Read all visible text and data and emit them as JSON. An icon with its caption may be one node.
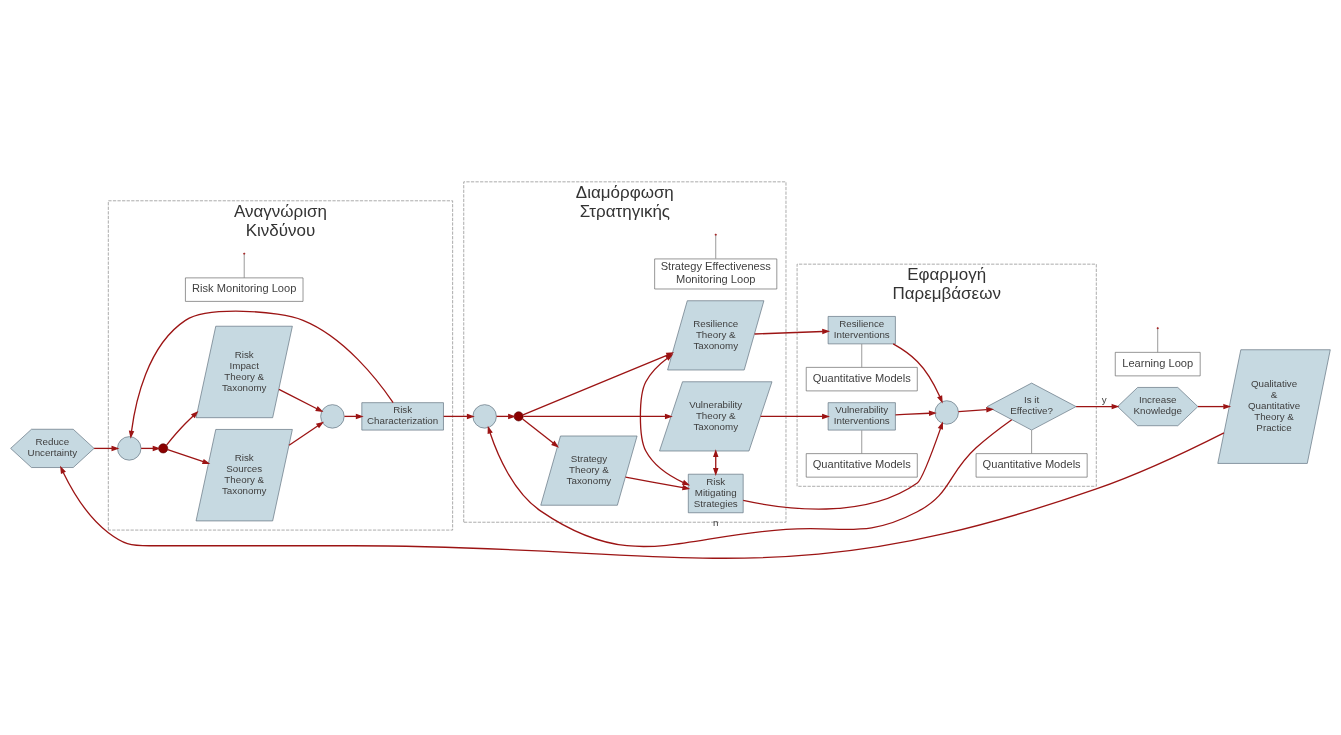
{
  "diagram": {
    "nodes": [
      {
        "text": [
          "Αναγνώριση Κινδύνου"
        ]
      },
      {
        "text": [
          "Risk Monitoring Loop"
        ],
        "in": 0
      },
      {
        "text": [],
        "shape": "circle",
        "in": 0
      },
      {
        "text": [],
        "shape": "dot",
        "in": 0
      },
      {
        "text": [
          "Risk Sources Theory & Taxonomy"
        ],
        "in": 0
      },
      {
        "text": [
          "Risk Impact Theory & Taxonomy"
        ],
        "in": 0
      },
      {
        "text": [],
        "shape": "circle",
        "in": 0
      },
      {
        "text": [
          "Risk Characterization"
        ],
        "in": 0
      },
      {
        "text": [
          "Reduce Uncertainty"
        ]
      },
      {
        "text": [
          "Διαμόρφωση Στρατηγικής"
        ]
      },
      {
        "text": [
          "Strategy Effectiveness Monitoring Loop"
        ],
        "in": 9
      },
      {
        "text": [],
        "shape": "circle",
        "in": 9
      },
      {
        "text": [],
        "shape": "dot",
        "in": 9
      },
      {
        "text": [
          "Resilience Theory & Taxonomy"
        ],
        "in": 9
      },
      {
        "text": [
          "Strategy Theory & Taxonomy"
        ],
        "in": 9
      },
      {
        "text": [
          "Risk Mitigating Strategies"
        ],
        "in": 9
      },
      {
        "text": [
          "Vulnerability Theory & Taxonomy"
        ],
        "in": 9
      },
      {
        "text": [
          "Εφαρμογή Παρεμβάσεων"
        ]
      },
      {
        "text": [
          "Quantitative Models"
        ],
        "in": 17
      },
      {
        "text": [
          "Resilience Interventions"
        ],
        "in": 17
      },
      {
        "text": [],
        "shape": "circle",
        "in": 17
      },
      {
        "text": [
          "Is it Effective?"
        ],
        "in": 17
      },
      {
        "text": [
          "Quantitative Models"
        ],
        "in": 17
      },
      {
        "text": [
          "Vulnerability Interventions"
        ],
        "in": 17
      },
      {
        "text": [
          "Quantitative Models"
        ],
        "in": 17
      },
      {
        "text": [
          "Increase Knowledge"
        ]
      },
      {
        "text": [
          "Learning Loop"
        ]
      },
      {
        "text": [
          "Qualitative & Quantitative Theory & Practice"
        ]
      }
    ],
    "edges": [
      {
        "from": 8,
        "to": 2,
        "arrow": "to"
      },
      {
        "from": 7,
        "to": 2,
        "arrow": "to"
      },
      {
        "from": 2,
        "to": 3,
        "arrow": "to"
      },
      {
        "from": 3,
        "to": 4,
        "arrow": "to"
      },
      {
        "from": 3,
        "to": 5,
        "arrow": "to"
      },
      {
        "from": 4,
        "to": 6,
        "arrow": "to"
      },
      {
        "from": 5,
        "to": 6,
        "arrow": "to"
      },
      {
        "from": 6,
        "to": 7,
        "arrow": "to"
      },
      {
        "from": 7,
        "to": 11,
        "arrow": "to"
      },
      {
        "from": 21,
        "to": 11,
        "arrow": "to",
        "label": "n"
      },
      {
        "from": 11,
        "to": 12,
        "arrow": "to"
      },
      {
        "from": 12,
        "to": 13,
        "arrow": "to"
      },
      {
        "from": 12,
        "to": 14,
        "arrow": "to"
      },
      {
        "from": 12,
        "to": 16,
        "arrow": "to"
      },
      {
        "from": 14,
        "to": 15,
        "arrow": "to"
      },
      {
        "from": 13,
        "to": 15,
        "arrow": "both"
      },
      {
        "from": 15,
        "to": 16,
        "arrow": "both"
      },
      {
        "from": 13,
        "to": 19,
        "arrow": "to"
      },
      {
        "from": 16,
        "to": 23,
        "arrow": "to"
      },
      {
        "from": 19,
        "to": 20,
        "arrow": "to"
      },
      {
        "from": 15,
        "to": 20,
        "arrow": "to"
      },
      {
        "from": 23,
        "to": 20,
        "arrow": "to"
      },
      {
        "from": 20,
        "to": 21,
        "arrow": "to"
      },
      {
        "from": 21,
        "to": 25,
        "arrow": "to",
        "label": "y"
      },
      {
        "from": 25,
        "to": 27,
        "arrow": "to"
      },
      {
        "from": 27,
        "to": 8,
        "arrow": "to"
      },
      {
        "from": 1,
        "to": null,
        "arrow": "none",
        "color": "#7f7f7f"
      },
      {
        "from": 10,
        "to": null,
        "arrow": "none",
        "color": "#7f7f7f"
      },
      {
        "from": 26,
        "to": null,
        "arrow": "none",
        "color": "#7f7f7f"
      },
      {
        "from": 18,
        "to": 19,
        "arrow": "none",
        "color": "#7f7f7f"
      },
      {
        "from": 22,
        "to": 21,
        "arrow": "none",
        "color": "#7f7f7f"
      },
      {
        "from": 24,
        "to": 23,
        "arrow": "none",
        "color": "#7f7f7f"
      }
    ]
  }
}
